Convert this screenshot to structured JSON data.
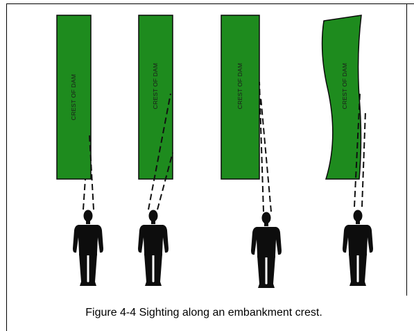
{
  "figure": {
    "caption": "Figure 4-4 Sighting along an embankment crest.",
    "crest_label": "CREST OF DAM",
    "colors": {
      "crest_fill": "#1e8b1e",
      "crest_outline": "#0a0a0a",
      "figure_fill": "#0d0d0d",
      "sight_line": "#111111",
      "frame": "#000000"
    },
    "panels": [
      {
        "id": "panel-1",
        "crest_label": "CREST OF DAM"
      },
      {
        "id": "panel-2",
        "crest_label": "CREST OF DAM"
      },
      {
        "id": "panel-3",
        "crest_label": "CREST OF DAM"
      },
      {
        "id": "panel-4",
        "crest_label": "CREST OF DAM"
      }
    ]
  }
}
